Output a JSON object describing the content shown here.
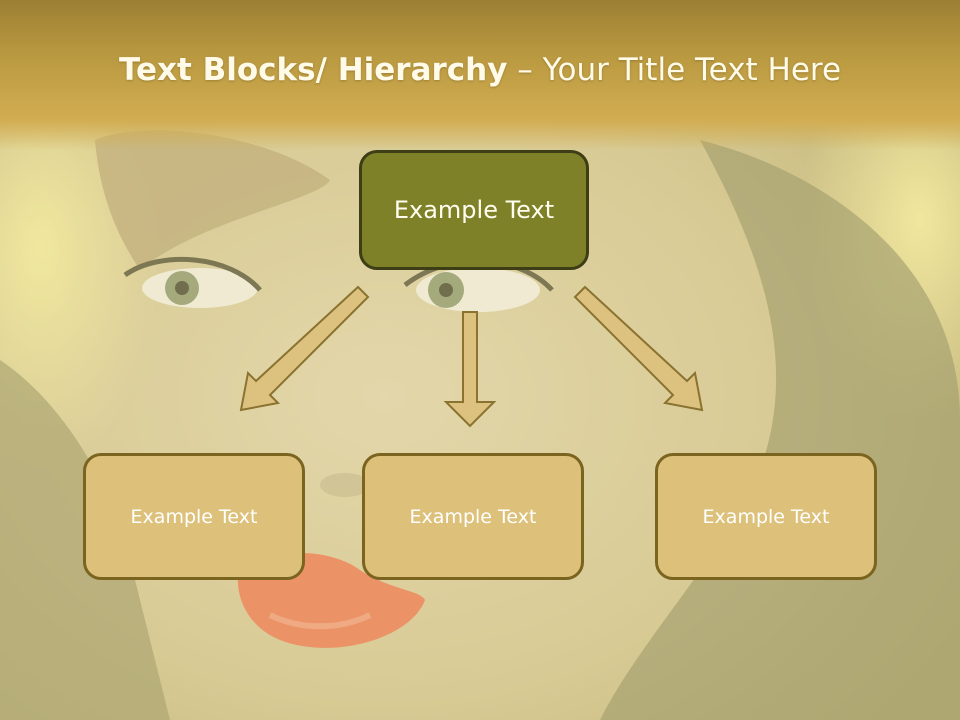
{
  "slide": {
    "title_bold": "Text Blocks/ Hierarchy",
    "title_dash": " – ",
    "title_rest": "Your Title Text Here"
  },
  "diagram": {
    "root": {
      "label": "Example Text"
    },
    "children": [
      {
        "label": "Example Text"
      },
      {
        "label": "Example Text"
      },
      {
        "label": "Example Text"
      }
    ]
  },
  "colors": {
    "root_fill": "#7f8128",
    "root_border": "#3d3d16",
    "child_fill": "#ddc17a",
    "child_border": "#7a6420",
    "arrow_fill": "#dcc27e",
    "arrow_stroke": "#8a7230",
    "title_band": "#b8983f"
  }
}
